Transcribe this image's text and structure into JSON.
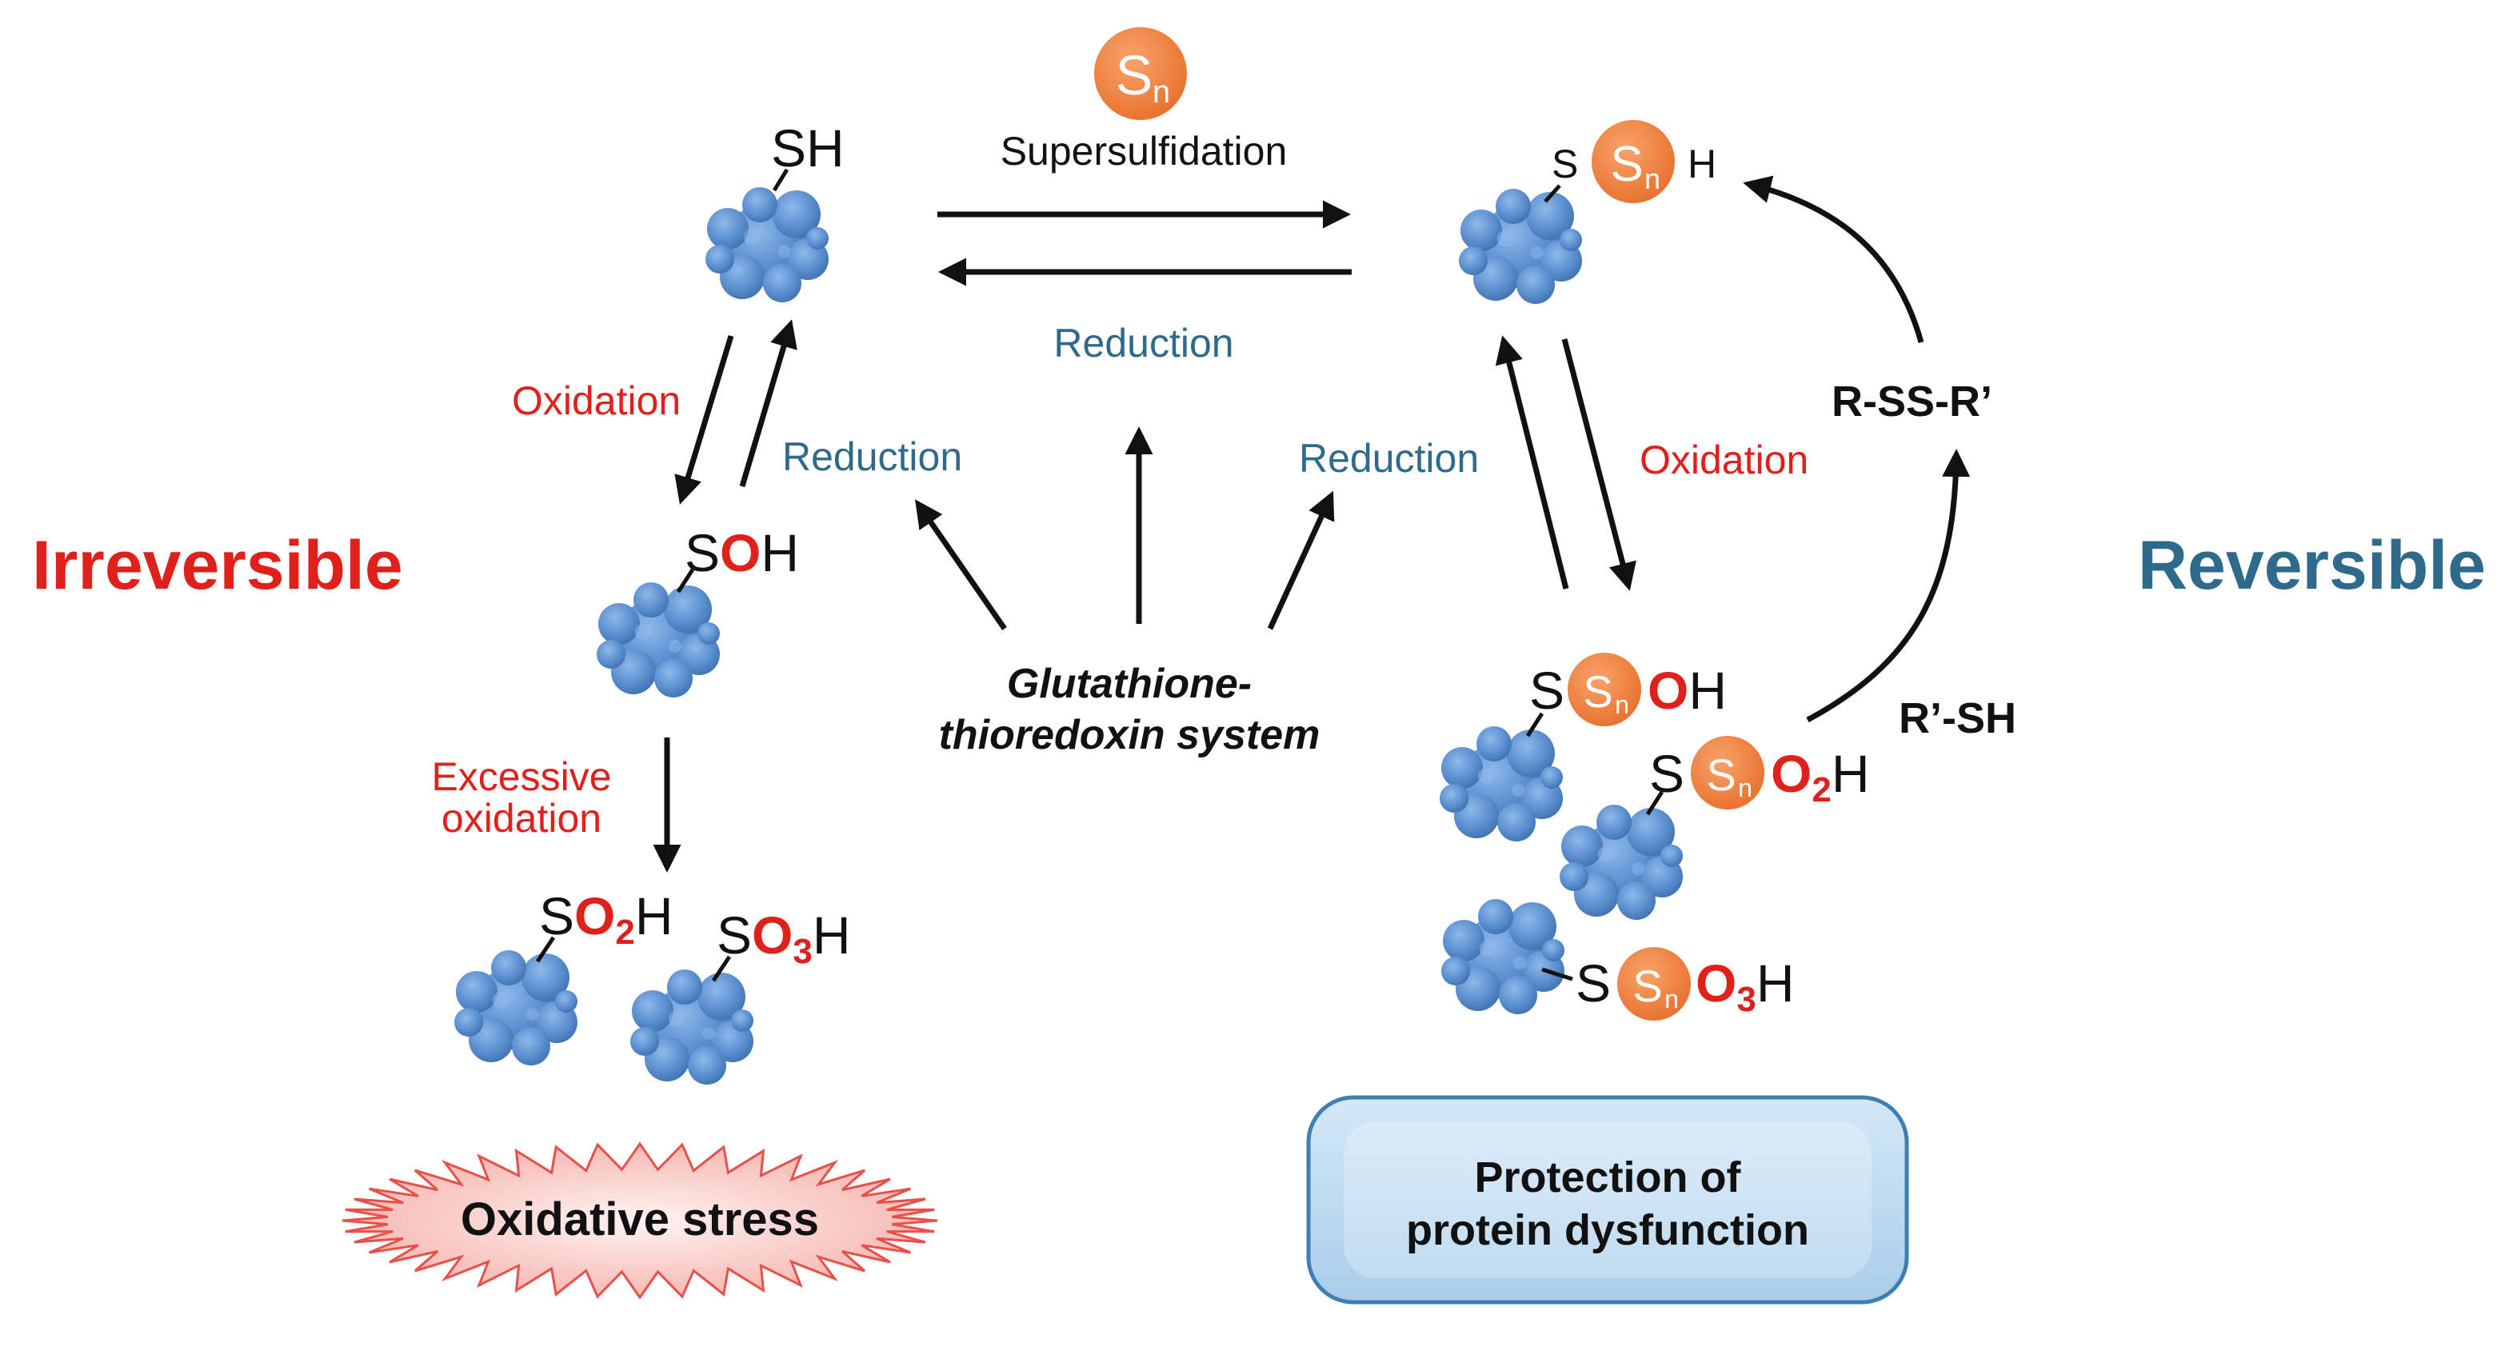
{
  "colors": {
    "red": "#e0201b",
    "blue": "#2e6a8a",
    "black": "#111111",
    "orange": "#f07f3c",
    "protein": "#5b8fd0",
    "box_fill": "#bcd9f2",
    "box_stroke": "#3d7fb5",
    "burst_fill": "#f9d0cc",
    "burst_stroke": "#e8504a"
  },
  "sections": {
    "irreversible": "Irreversible",
    "reversible": "Reversible"
  },
  "sn_badge": {
    "s": "S",
    "n": "n"
  },
  "top": {
    "supersulfidation": "Supersulfidation",
    "reduction": "Reduction"
  },
  "left": {
    "sh": "SH",
    "oxidation": "Oxidation",
    "reduction": "Reduction",
    "soh": {
      "s": "S",
      "o": "O",
      "h": "H"
    },
    "excessive_line1": "Excessive",
    "excessive_line2": "oxidation",
    "so2h": {
      "s": "S",
      "o": "O",
      "sub": "2",
      "h": "H"
    },
    "so3h": {
      "s": "S",
      "o": "O",
      "sub": "3",
      "h": "H"
    }
  },
  "center": {
    "gt_line1": "Glutathione-",
    "gt_line2": "thioredoxin system"
  },
  "right": {
    "ssnh": {
      "s": "S",
      "h": "H"
    },
    "reduction": "Reduction",
    "oxidation": "Oxidation",
    "rssr": "R-SS-R’",
    "rsh": "R’-SH",
    "ssnoh": {
      "s": "S",
      "o": "O",
      "h": "H"
    },
    "ssno2h": {
      "s": "S",
      "o": "O",
      "sub": "2",
      "h": "H"
    },
    "ssno3h": {
      "s": "S",
      "o": "O",
      "sub": "3",
      "h": "H"
    }
  },
  "oxidative_stress": "Oxidative stress",
  "protection": {
    "line1": "Protection of",
    "line2": "protein dysfunction"
  }
}
